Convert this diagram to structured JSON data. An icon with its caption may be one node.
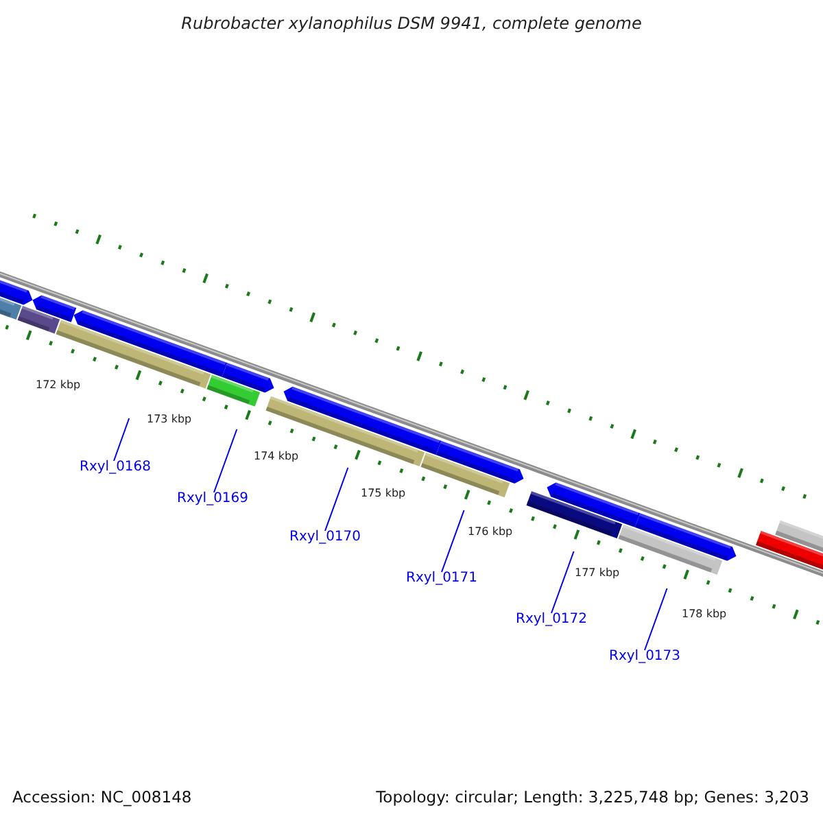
{
  "diagram": {
    "title": "Rubrobacter xylanophilus DSM 9941, complete genome",
    "nodes": [
      {
        "text": [
          "Rxyl_0168"
        ]
      },
      {
        "text": [
          "Rxyl_0169"
        ]
      },
      {
        "text": [
          "Rxyl_0170"
        ]
      },
      {
        "text": [
          "Rxyl_0171"
        ]
      },
      {
        "text": [
          "Rxyl_0172"
        ]
      },
      {
        "text": [
          "Rxyl_0173"
        ]
      }
    ],
    "edges": [
      {
        "from": 0,
        "to": null,
        "arrow": "none"
      },
      {
        "from": 1,
        "to": null,
        "arrow": "none"
      },
      {
        "from": 2,
        "to": null,
        "arrow": "none"
      },
      {
        "from": 3,
        "to": null,
        "arrow": "none"
      },
      {
        "from": 4,
        "to": null,
        "arrow": "none"
      },
      {
        "from": 5,
        "to": null,
        "arrow": "none"
      }
    ],
    "labels": [
      "172 kbp",
      "173 kbp",
      "174 kbp",
      "175 kbp",
      "176 kbp",
      "177 kbp",
      "178 kbp",
      "Accession: NC_008148",
      "Topology: circular; Length: 3,225,748 bp; Genes: 3,203"
    ]
  }
}
